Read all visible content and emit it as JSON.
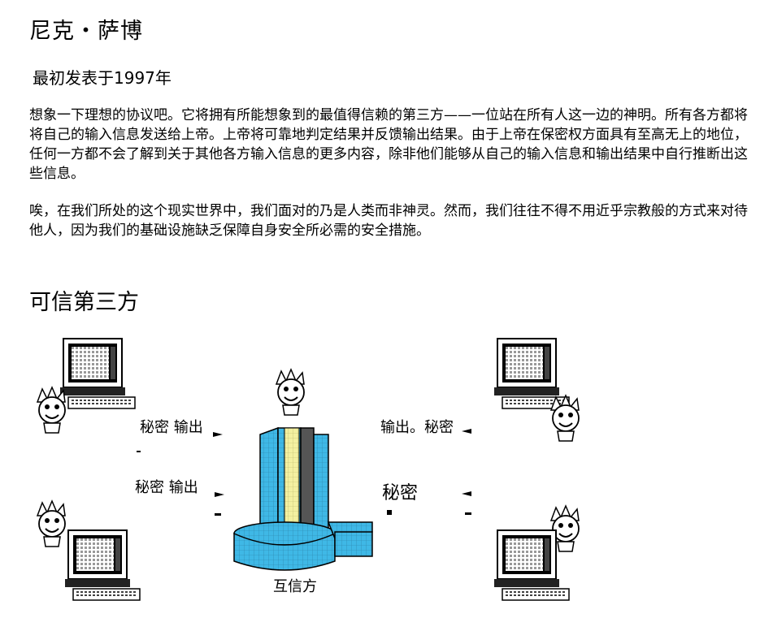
{
  "article": {
    "author": "尼克・萨博",
    "published": "最初发表于1997年",
    "paragraph1": "想象一下理想的协议吧。它将拥有所能想象到的最值得信赖的第三方——一位站在所有人这一边的神明。所有各方都将将自己的输入信息发送给上帝。上帝将可靠地判定结果并反馈输出结果。由于上帝在保密权方面具有至高无上的地位，任何一方都不会了解到关于其他各方输入信息的更多内容，除非他们能够从自己的输入信息和输出结果中自行推断出这些信息。",
    "paragraph2": "唉，在我们所处的这个现实世界中，我们面对的乃是人类而非神灵。然而，我们往往不得不用近乎宗教般的方式来对待他人，因为我们的基础设施缺乏保障自身安全所必需的安全措施。",
    "section_title": "可信第三方"
  },
  "diagram": {
    "label_top_left": "秘密 输出",
    "label_mid_left": "秘密 输出",
    "label_top_right": "输出。秘密",
    "label_mid_right": "秘密",
    "label_center": "互信方",
    "colors": {
      "tower_blue": "#3fb8e6",
      "tower_yellow": "#f3f0a0",
      "tower_dark": "#555555",
      "base": "#3aa9d8"
    }
  }
}
